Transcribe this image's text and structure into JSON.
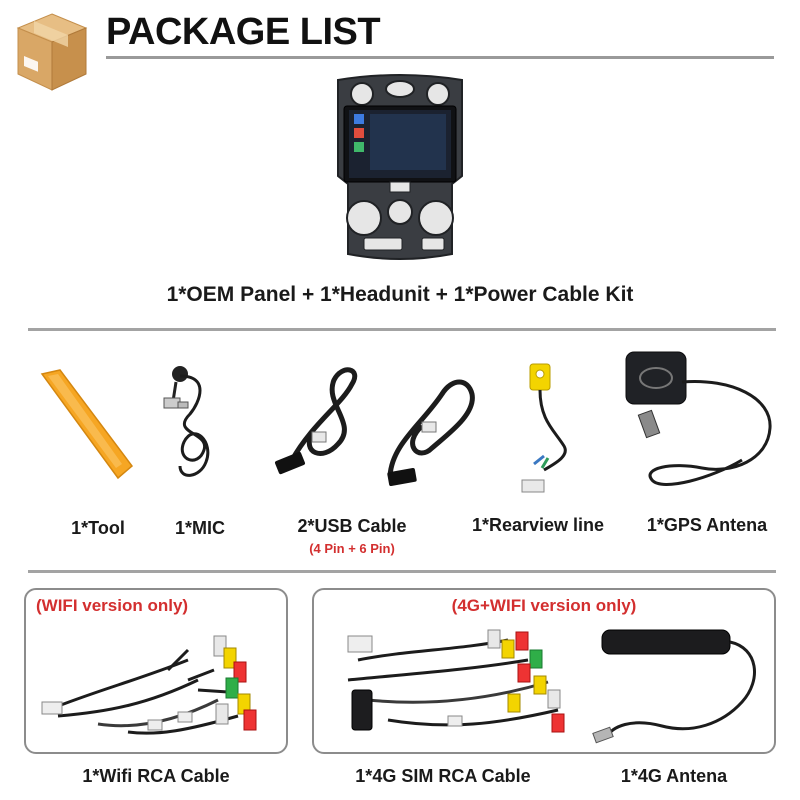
{
  "header": {
    "title": "PACKAGE LIST",
    "icon": "box-icon"
  },
  "main_item": {
    "caption": "1*OEM Panel + 1*Headunit + 1*Power Cable Kit",
    "icon": "headunit-panel-image"
  },
  "accessories": [
    {
      "caption": "1*Tool",
      "icon": "trim-tool-image"
    },
    {
      "caption": "1*MIC",
      "icon": "microphone-image"
    },
    {
      "caption": "2*USB Cable",
      "note": "(4 Pin + 6 Pin)",
      "icon": "usb-cable-image"
    },
    {
      "caption": "1*Rearview line",
      "icon": "rearview-cable-image"
    },
    {
      "caption": "1*GPS Antena",
      "icon": "gps-antenna-image"
    }
  ],
  "wifi_panel": {
    "title": "(WIFI version only)",
    "caption": "1*Wifi RCA Cable",
    "icon": "rca-cable-image"
  },
  "lte_panel": {
    "title": "(4G+WIFI version only)",
    "items": [
      {
        "caption": "1*4G SIM RCA Cable",
        "icon": "sim-rca-cable-image"
      },
      {
        "caption": "1*4G Antena",
        "icon": "lte-antenna-image"
      }
    ]
  },
  "colors": {
    "accent_red": "#d32f2f",
    "rule_gray": "#a3a3a3",
    "tool_orange": "#f6a623",
    "box_tan": "#d9a766"
  }
}
